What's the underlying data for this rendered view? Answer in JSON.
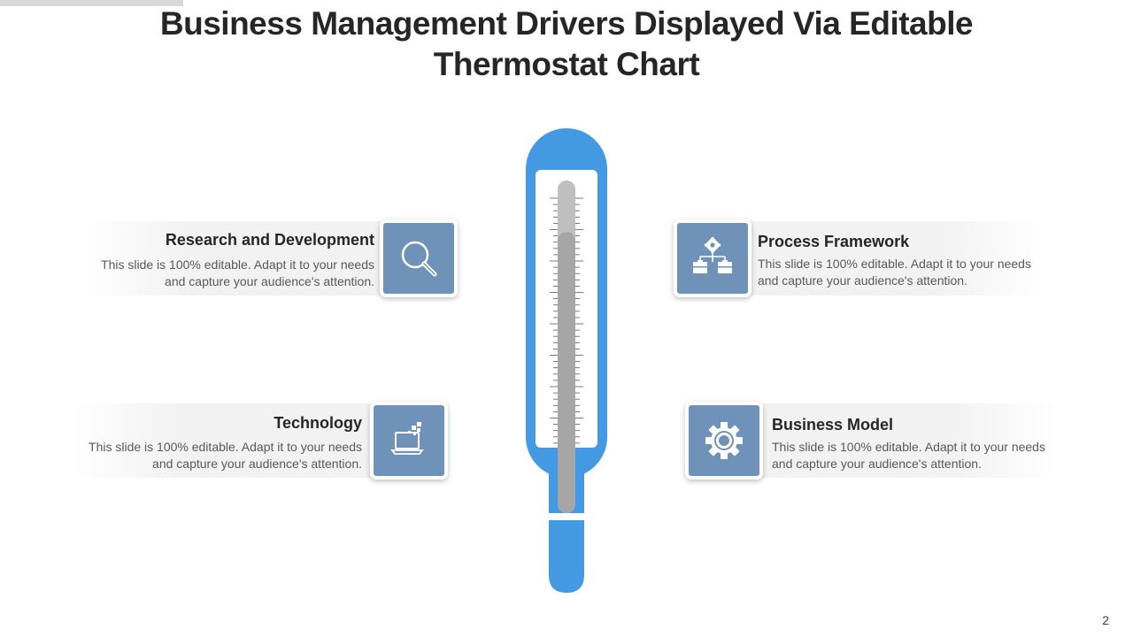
{
  "title": {
    "line1": "Business Management Drivers Displayed Via Editable",
    "line2": "Thermostat Chart"
  },
  "colors": {
    "thermometer_blue": "#4499e3",
    "icon_box": "#6f92b8",
    "mercury": "#a6a6a6"
  },
  "items": [
    {
      "heading": "Research and Development",
      "desc": "This slide is 100% editable. Adapt it to your needs and capture your audience's attention.",
      "icon": "magnifier-icon"
    },
    {
      "heading": "Technology",
      "desc": "This slide is 100% editable. Adapt it to your needs and capture your audience's attention.",
      "icon": "laptop-icon"
    },
    {
      "heading": "Process Framework",
      "desc": "This slide is 100% editable. Adapt it to your needs and capture your audience's attention.",
      "icon": "org-chart-gear-icon"
    },
    {
      "heading": "Business Model",
      "desc": "This slide is 100% editable. Adapt it to your needs and capture your audience's attention.",
      "icon": "gear-icon"
    }
  ],
  "page_number": "2"
}
